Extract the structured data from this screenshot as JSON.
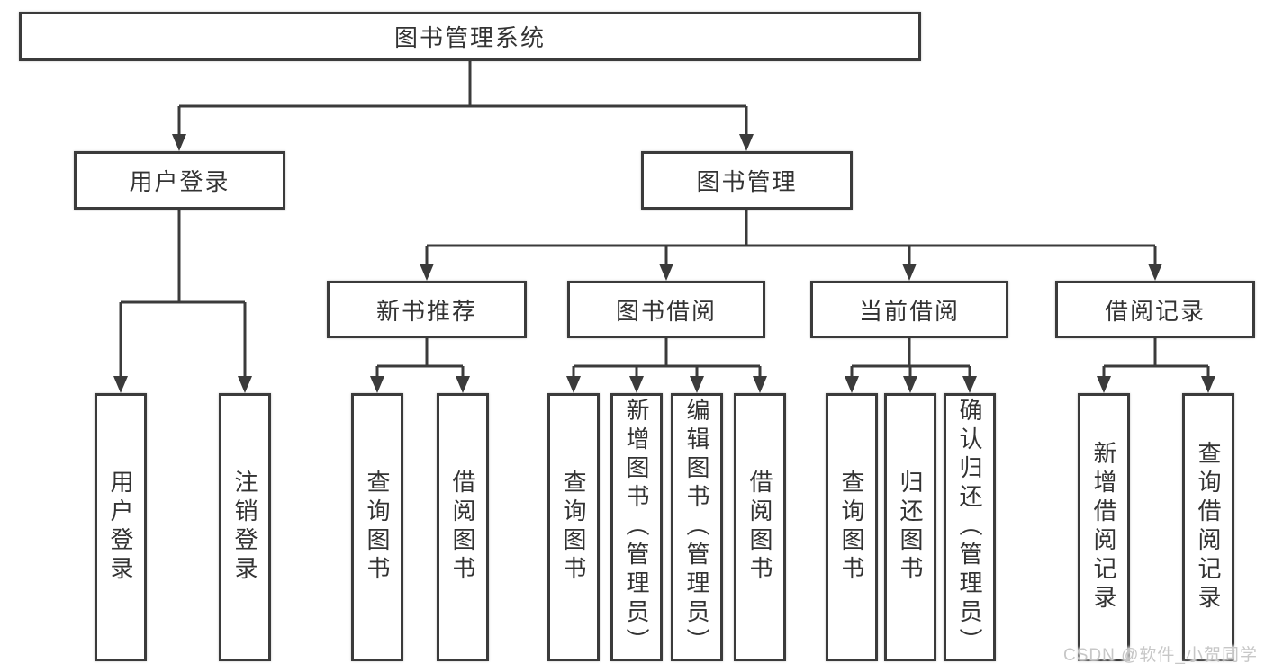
{
  "diagram": {
    "root": {
      "label": "图书管理系统"
    },
    "branches": [
      {
        "label": "用户登录",
        "children": [
          {
            "label": "用户登录"
          },
          {
            "label": "注销登录"
          }
        ]
      },
      {
        "label": "图书管理",
        "children": [
          {
            "label": "新书推荐",
            "children": [
              {
                "label": "查询图书"
              },
              {
                "label": "借阅图书"
              }
            ]
          },
          {
            "label": "图书借阅",
            "children": [
              {
                "label": "查询图书"
              },
              {
                "label": "新增图书（管理员）"
              },
              {
                "label": "编辑图书（管理员）"
              },
              {
                "label": "借阅图书"
              }
            ]
          },
          {
            "label": "当前借阅",
            "children": [
              {
                "label": "查询图书"
              },
              {
                "label": "归还图书"
              },
              {
                "label": "确认归还（管理员）"
              }
            ]
          },
          {
            "label": "借阅记录",
            "children": [
              {
                "label": "新增借阅记录"
              },
              {
                "label": "查询借阅记录"
              }
            ]
          }
        ]
      }
    ]
  },
  "watermark": "CSDN @软件_小贺同学",
  "colors": {
    "line": "#3b3b3b",
    "text": "#333333",
    "background": "#ffffff",
    "watermark": "#c7c7c7"
  }
}
